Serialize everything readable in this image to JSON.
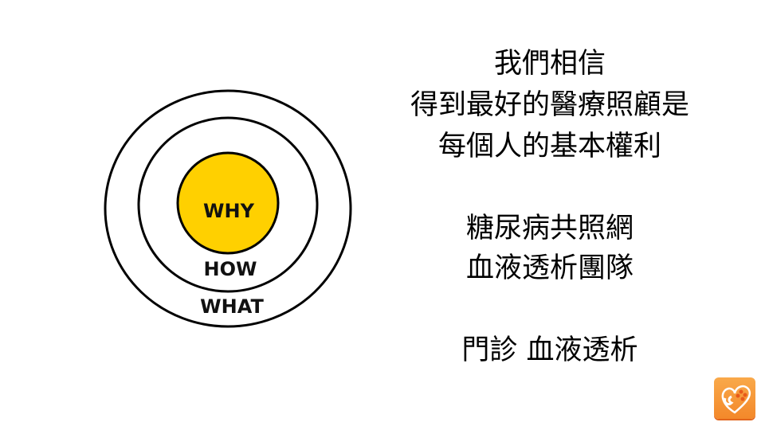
{
  "diagram": {
    "inner_label": "WHY",
    "middle_label": "HOW",
    "outer_label": "WHAT",
    "inner_color": "#FFD000"
  },
  "text_lines": [
    "我們相信",
    "得到最好的醫療照顧是",
    "每個人的基本權利",
    "糖尿病共照網",
    "血液透析團隊",
    "門診 血液透析"
  ],
  "logo": {
    "icon": "heart-kidney-logo-icon",
    "color": "#F59A35"
  }
}
